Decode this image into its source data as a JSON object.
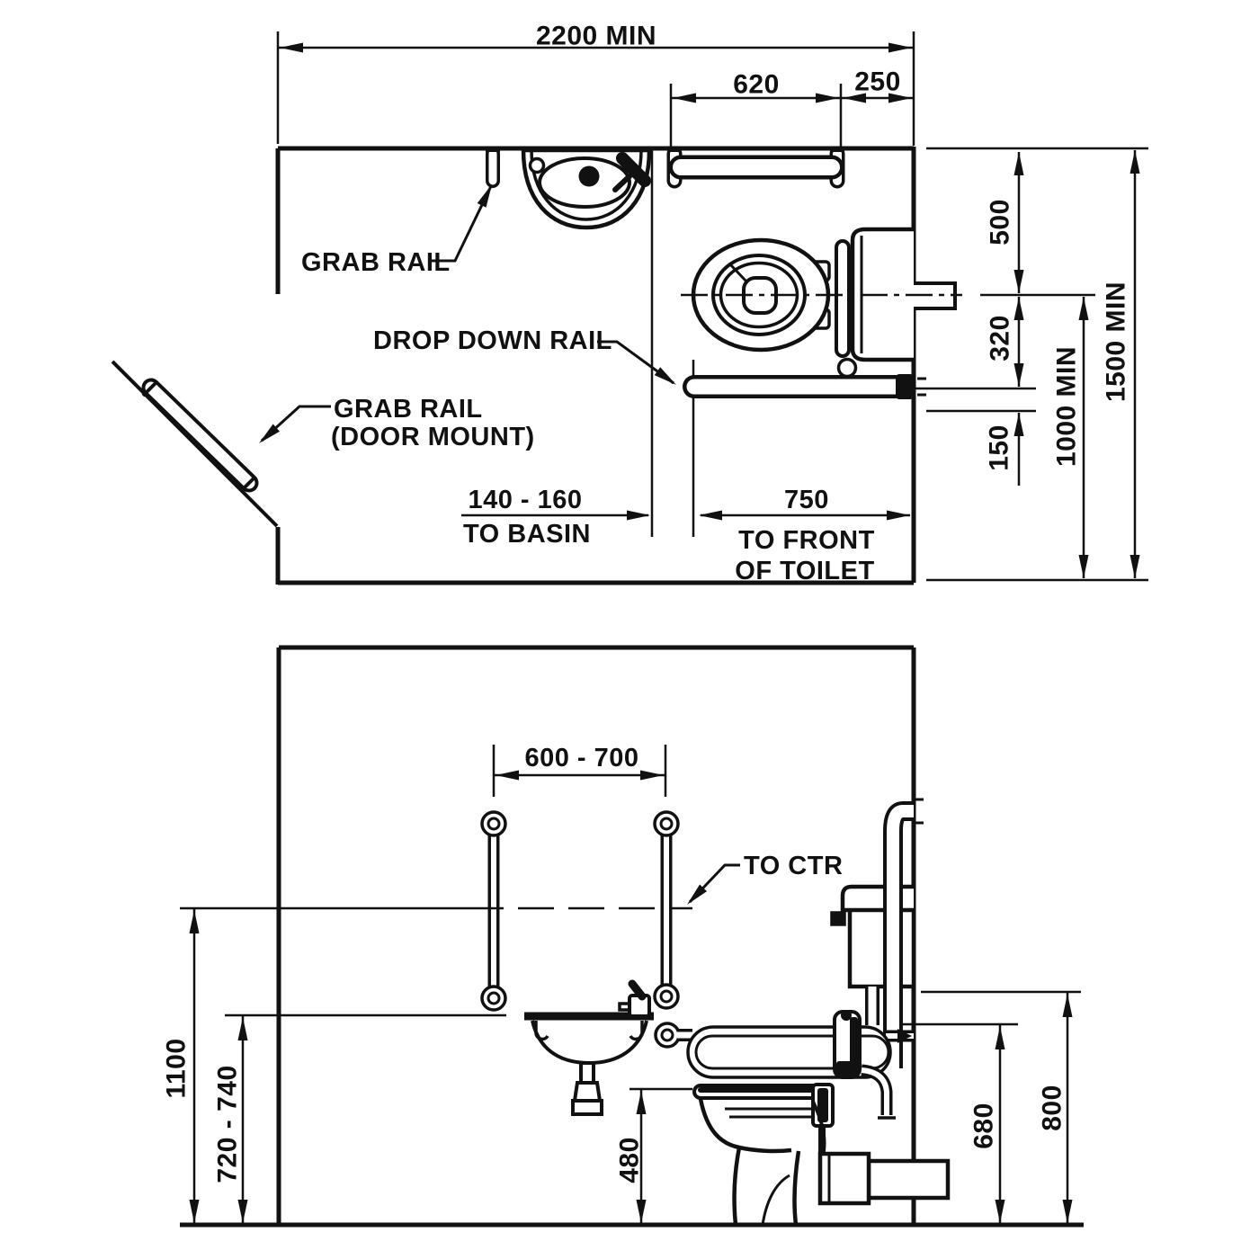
{
  "colors": {
    "line": "#111111",
    "bg": "#ffffff"
  },
  "plan_view": {
    "dims": {
      "overall": "2200 MIN",
      "rail_len": "620",
      "rail_gap": "250",
      "to_basin_value": "140 - 160",
      "to_basin_label": "TO BASIN",
      "to_front_value": "750",
      "to_front_line1": "TO FRONT",
      "to_front_line2": "OF TOILET",
      "d500": "500",
      "d320": "320",
      "d150": "150",
      "d1000": "1000 MIN",
      "d1500": "1500 MIN"
    },
    "labels": {
      "grab_rail": "GRAB RAIL",
      "drop_down_rail": "DROP DOWN RAIL",
      "door_rail_line1": "GRAB RAIL",
      "door_rail_line2": "(DOOR MOUNT)"
    }
  },
  "elevation_view": {
    "dims": {
      "rail_spacing": "600 - 700",
      "h_rail_center": "1100",
      "h_basin": "720 - 740",
      "h_seat": "480",
      "h_rail_top": "680",
      "h_side_rail": "800"
    },
    "labels": {
      "to_ctr": "TO CTR"
    }
  }
}
